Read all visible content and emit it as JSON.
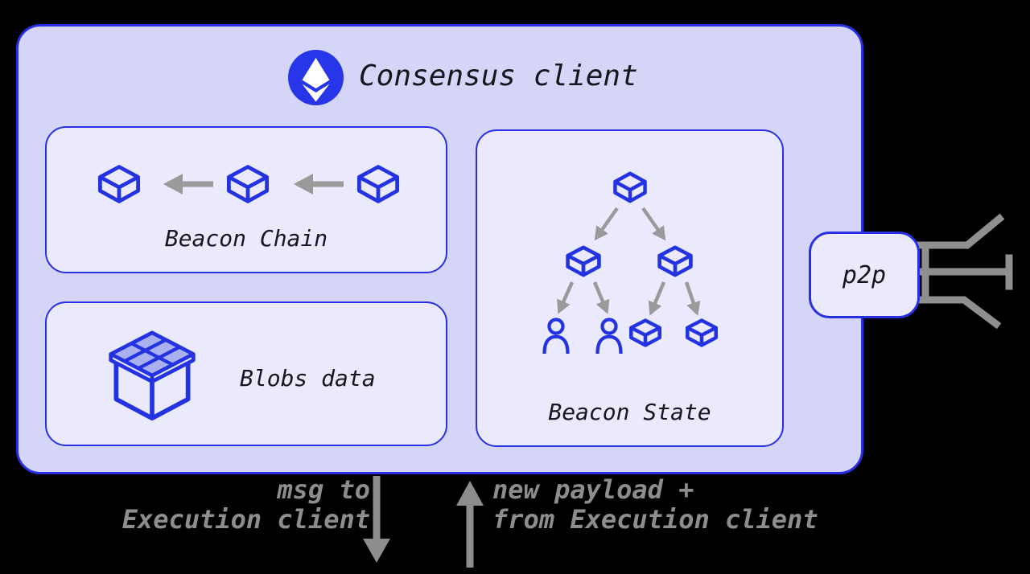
{
  "header": {
    "title": "Consensus client",
    "logo": "ethereum-logo"
  },
  "panels": {
    "beacon_chain": {
      "label": "Beacon Chain"
    },
    "blobs_data": {
      "label": "Blobs data"
    },
    "beacon_state": {
      "label": "Beacon State"
    },
    "p2p": {
      "label": "p2p"
    }
  },
  "engine_api": {
    "to_execution": {
      "line1": "msg to",
      "line2": "Execution client",
      "arrow_direction": "down"
    },
    "from_execution": {
      "line1": "new payload +",
      "line2": "from Execution client",
      "arrow_direction": "up"
    }
  },
  "icons": {
    "logo": "ethereum-logo-icon",
    "block": "block-cube-icon",
    "chain_link": "left-arrow-icon",
    "blobs": "blobs-crate-icon",
    "validator": "validator-person-icon",
    "network": "p2p-network-lines-icon",
    "down": "down-arrow-icon",
    "up": "up-arrow-icon"
  },
  "colors": {
    "background": "#000000",
    "card_fill": "#d5d6f7",
    "panel_fill": "#eaeafc",
    "border_blue": "#2a2fe2",
    "icon_blue": "#2433e2",
    "logo_blue": "#2636e8",
    "crate_tile_fill": "#a9b1ef",
    "arrow_gray": "#9a9a9a",
    "caption_gray": "#8d8d8d",
    "text_dark": "#16161f"
  }
}
